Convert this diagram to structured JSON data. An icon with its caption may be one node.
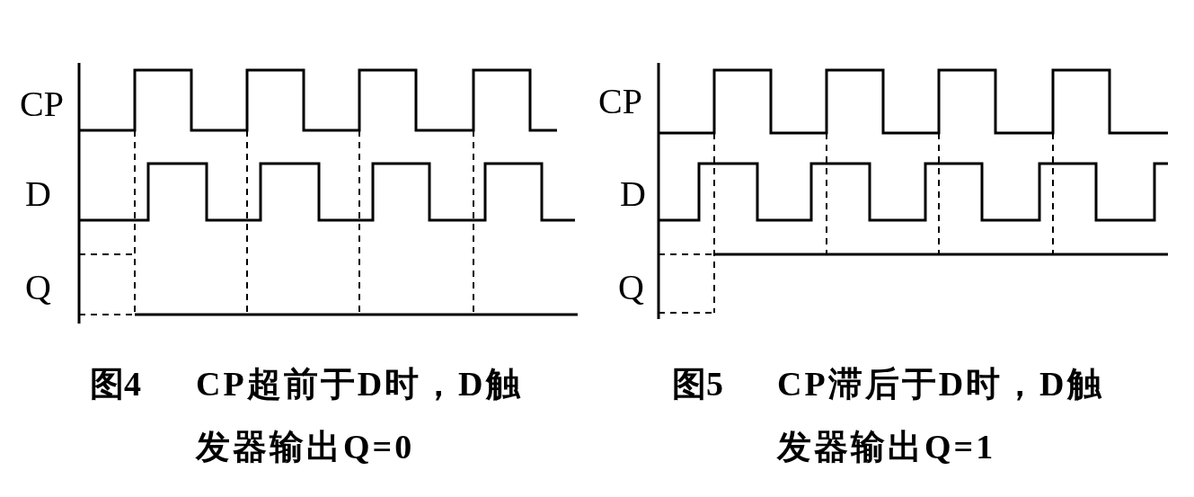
{
  "diagram": {
    "labels": [
      "CP",
      "D",
      "Q",
      "CP",
      "D",
      "Q",
      "图4",
      "CP超前于D时，D触发器输出Q=0",
      "图5",
      "CP滞后于D时，D触发器输出Q=1"
    ]
  }
}
